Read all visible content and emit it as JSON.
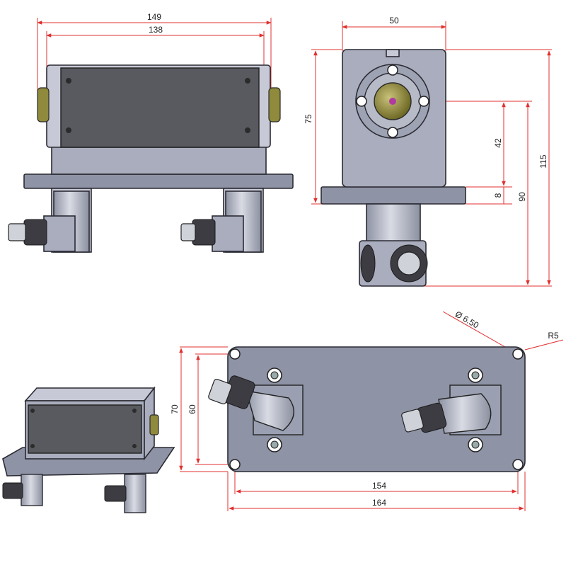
{
  "dimensions": {
    "front_overall": "149",
    "front_body": "138",
    "side_width": "50",
    "side_height": "75",
    "side_axis": "42",
    "side_flange": "8",
    "side_axis_total": "90",
    "side_total": "115",
    "hole_diameter": "6.50",
    "corner_radius": "R5",
    "bottom_width_holes": "154",
    "bottom_width_total": "164",
    "bottom_height_total": "70",
    "bottom_height_holes": "60"
  },
  "colors": {
    "dimension_line": "#e0302f",
    "housing": "#a9adbd",
    "front_panel": "#585a5f",
    "lens": "#8f8a3c"
  }
}
